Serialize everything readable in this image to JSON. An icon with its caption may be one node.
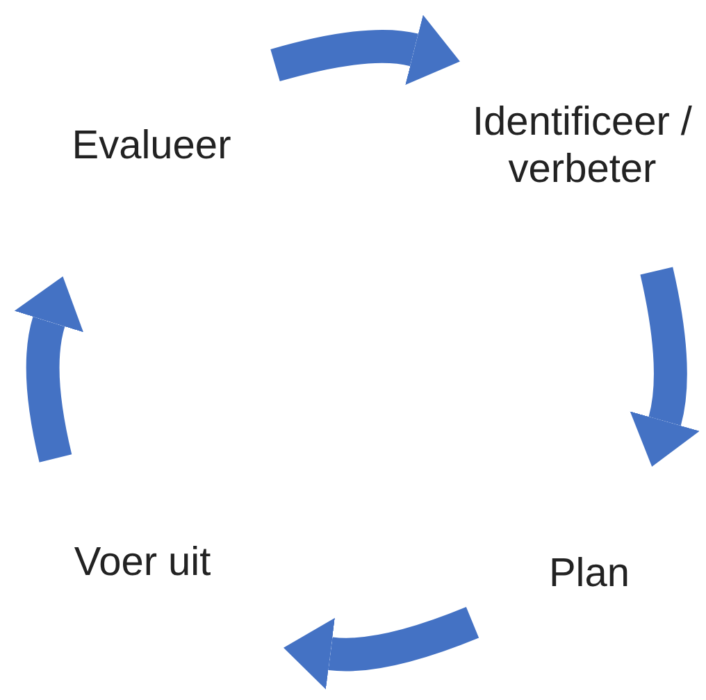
{
  "diagram": {
    "nodes": [
      {
        "text": [
          "Evalueer"
        ]
      },
      {
        "text": [
          "Identificeer / verbeter"
        ]
      },
      {
        "text": [
          "Plan"
        ]
      },
      {
        "text": [
          "Voer uit"
        ]
      }
    ],
    "edges": [
      {
        "from": 0,
        "to": 1,
        "arrow": "to"
      },
      {
        "from": 1,
        "to": 2,
        "arrow": "to"
      },
      {
        "from": 2,
        "to": 3,
        "arrow": "to"
      },
      {
        "from": 3,
        "to": 0,
        "arrow": "to"
      }
    ]
  }
}
